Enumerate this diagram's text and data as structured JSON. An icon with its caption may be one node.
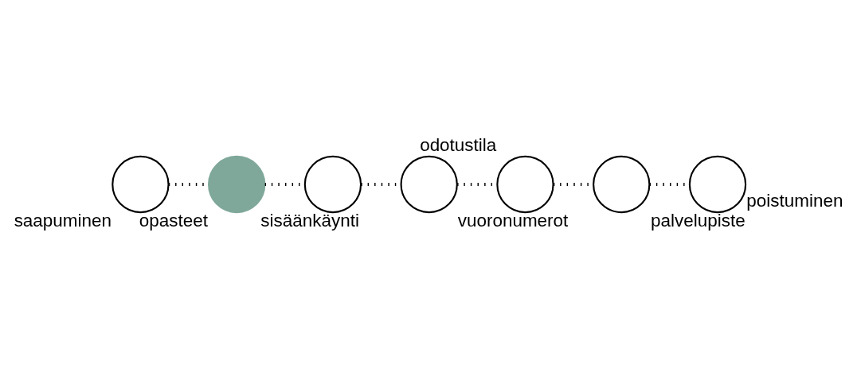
{
  "diagram": {
    "nodes": [
      {
        "text": [],
        "shape": "circle",
        "beside": [
          "saapuminen"
        ]
      },
      {
        "text": [],
        "shape": "circle",
        "beside": [
          "opasteet"
        ]
      },
      {
        "text": [],
        "shape": "circle",
        "beside": [
          "sisäänkäynti"
        ]
      },
      {
        "text": [],
        "shape": "circle",
        "beside": [
          "vuoronumerot"
        ]
      },
      {
        "text": [],
        "shape": "circle",
        "beside": [
          "odotustila"
        ]
      },
      {
        "text": [],
        "shape": "circle",
        "beside": [
          "palvelupiste"
        ]
      },
      {
        "text": [],
        "shape": "circle",
        "beside": [
          "poistuminen"
        ]
      }
    ],
    "edges": [
      {
        "from": 0,
        "to": 1,
        "arrow": "none"
      },
      {
        "from": 1,
        "to": 2,
        "arrow": "none"
      },
      {
        "from": 2,
        "to": 3,
        "arrow": "none"
      },
      {
        "from": 3,
        "to": 4,
        "arrow": "none"
      },
      {
        "from": 4,
        "to": 5,
        "arrow": "none"
      },
      {
        "from": 5,
        "to": 6,
        "arrow": "none"
      }
    ]
  }
}
